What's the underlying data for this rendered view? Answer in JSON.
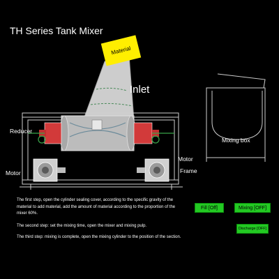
{
  "title": "TH Series Tank Mixer",
  "labels": {
    "material": "Material",
    "inlet": "Inlet",
    "reducer": "Reducer",
    "mixing_box_main": "Mixing box",
    "motor_left": "Motor",
    "motor_right": "Motor",
    "frame": "Frame",
    "mixing_box_side": "Mixing box"
  },
  "steps": [
    "The first step, open the cylinder sealing cover, according to the specific gravity of the material to add material, add the amount of material according to the proportion of the mixer 60%.",
    "The second step: set the mixing time, open the mixer and mixing pulp.",
    "The third step: mixing is complete, open the mixing cylinder to the position of the section."
  ],
  "buttons": {
    "fill": "Fill [Off]",
    "mixing": "Mixing [OFF]",
    "discharge": "Discharge [OFF]"
  },
  "colors": {
    "background": "#000000",
    "button_green": "#23c923",
    "material_yellow": "#ffee00",
    "reducer_red": "#d23a3a",
    "drawing_lines": "#cfcfcf"
  }
}
